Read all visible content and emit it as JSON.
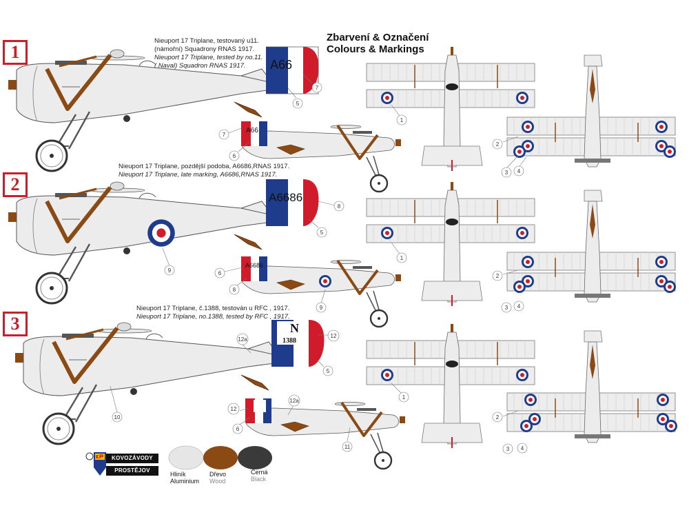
{
  "header": {
    "title_cz": "Zbarvení & Označení",
    "title_en": "Colours & Markings"
  },
  "variants": [
    {
      "number": "1",
      "caption_cz_1": "Nieuport 17 Triplane, testovaný u11.",
      "caption_cz_2": "(námořní) Squadrony RNAS 1917.",
      "caption_en_1": "Nieuport 17 Triplane, tested by no.11.",
      "caption_en_2": "( Naval) Squadron RNAS 1917.",
      "rudder_text": "A66",
      "small_rudder_text": "A66",
      "callouts_main": [
        "7",
        "5"
      ],
      "callouts_small": [
        "7",
        "6"
      ],
      "callouts_plan": [
        "1",
        "2",
        "3",
        "4"
      ]
    },
    {
      "number": "2",
      "caption_cz_1": "Nieuport 17 Triplane, pozdější podoba, A6686,RNAS 1917.",
      "caption_en_1": "Nieuport 17 Triplane, late marking, A6686,RNAS 1917.",
      "rudder_text": "A6686",
      "small_rudder_text": "A6686",
      "callouts_main": [
        "8",
        "5",
        "9"
      ],
      "callouts_small": [
        "6",
        "8",
        "9"
      ],
      "callouts_plan": [
        "1",
        "2",
        "3",
        "4"
      ]
    },
    {
      "number": "3",
      "caption_cz_1": "Nieuport 17 Triplane, č.1388, testován u RFC , 1917.",
      "caption_en_1": "Nieuport 17 Triplane, no.1388, tested by RFC , 1917.",
      "rudder_letter": "N",
      "rudder_number": "1388",
      "callouts_main": [
        "12a",
        "12",
        "5",
        "10"
      ],
      "callouts_small": [
        "12a",
        "12",
        "6",
        "11"
      ],
      "callouts_plan": [
        "1",
        "2",
        "3",
        "4"
      ]
    }
  ],
  "legend": [
    {
      "name_cz": "Hliník",
      "name_en": "Aluminium",
      "color": "#e6e6e6"
    },
    {
      "name_cz": "Dřevo",
      "name_en": "Wood",
      "color": "#8b4a14"
    },
    {
      "name_cz": "Černá",
      "name_en": "Black",
      "color": "#3a3a3a"
    }
  ],
  "logo": {
    "line1": "KOVOZÁVODY",
    "line2": "PROSTĚJOV",
    "icon": "kp-shield-logo"
  },
  "colors": {
    "roundel_blue": "#1f3b8c",
    "roundel_red": "#d01c2a",
    "wood": "#8b4a14",
    "aluminium": "#ececec",
    "outline": "#555555",
    "badge_red": "#c8202a"
  }
}
